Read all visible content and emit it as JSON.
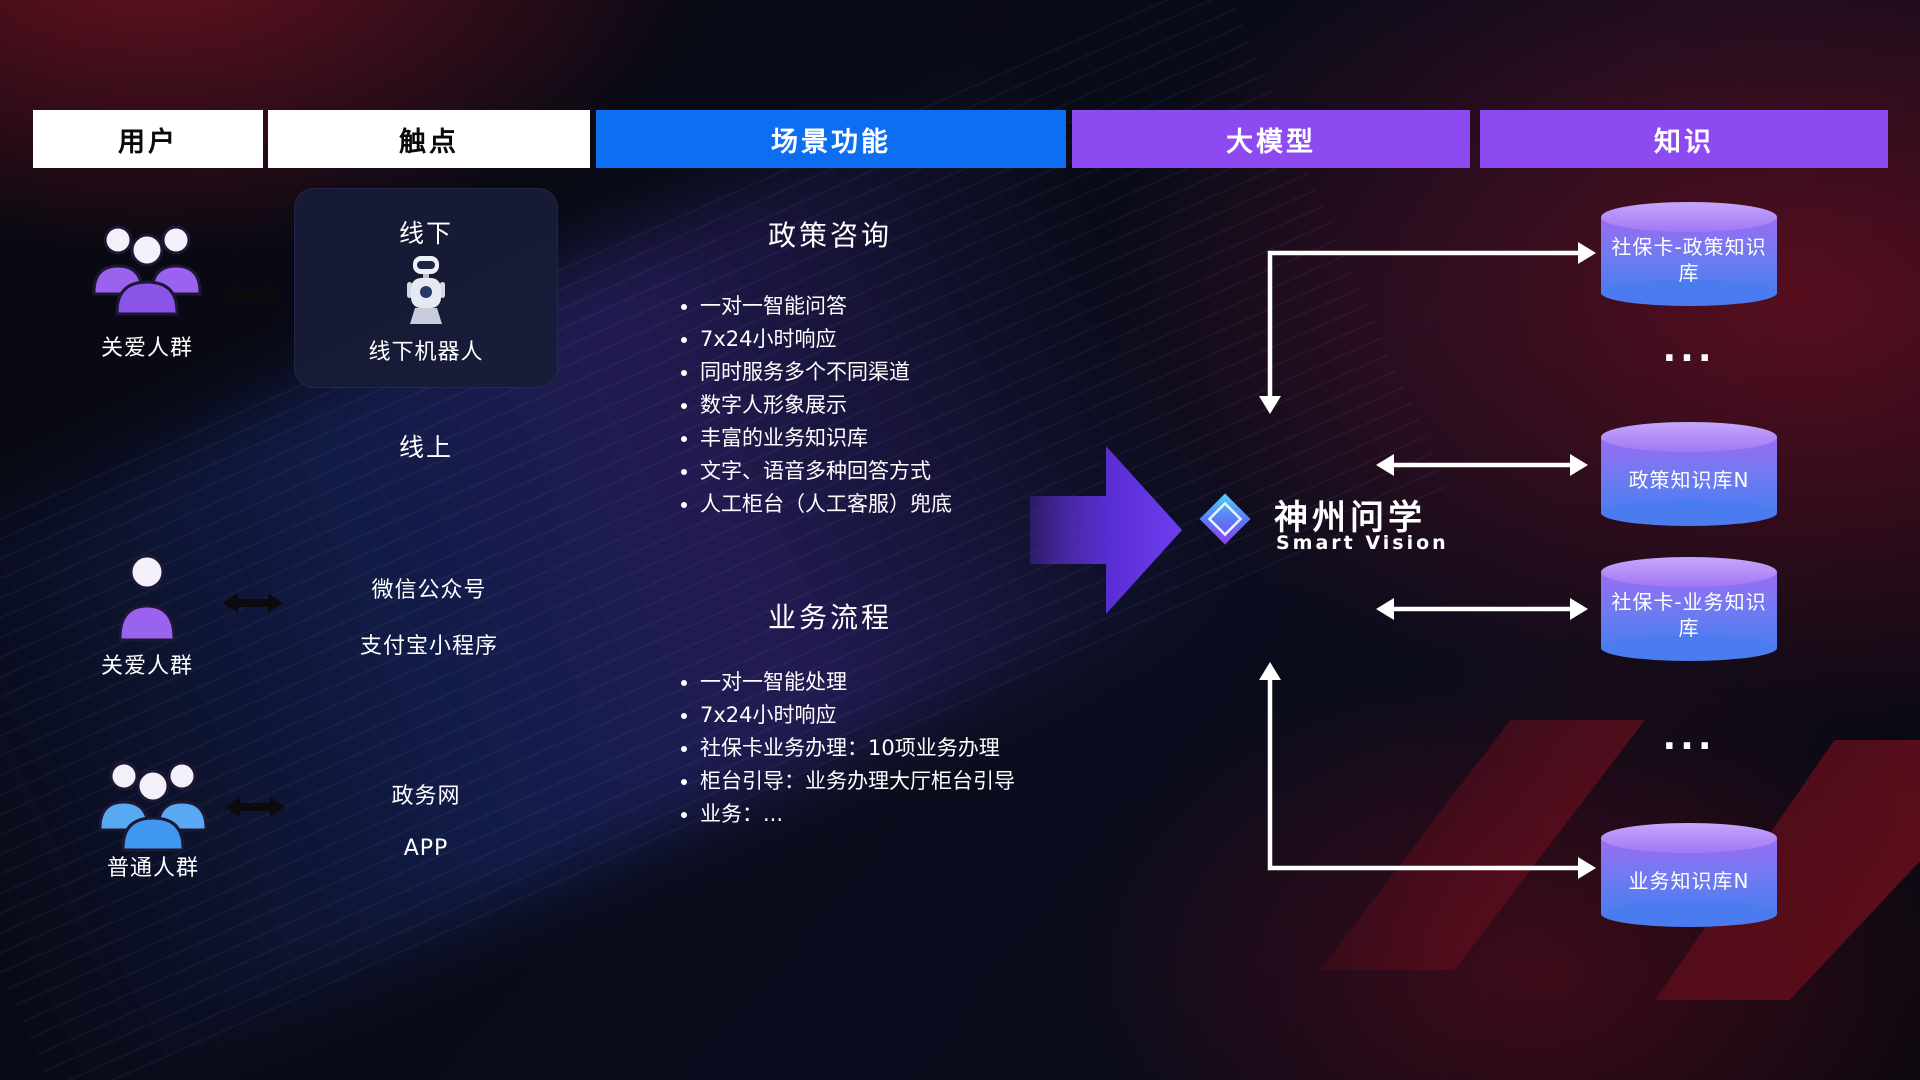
{
  "headers": [
    {
      "label": "用户"
    },
    {
      "label": "触点"
    },
    {
      "label": "场景功能"
    },
    {
      "label": "大模型"
    },
    {
      "label": "知识"
    }
  ],
  "users": [
    {
      "label": "关爱人群"
    },
    {
      "label": "关爱人群"
    },
    {
      "label": "普通人群"
    }
  ],
  "touchpoints": {
    "offline_title": "线下",
    "offline_robot": "线下机器人",
    "online_title": "线上",
    "wechat": "微信公众号",
    "alipay": "支付宝小程序",
    "gov": "政务网",
    "app": "APP"
  },
  "scenes": [
    {
      "title": "政策咨询",
      "bullets": [
        "一对一智能问答",
        "7x24小时响应",
        "同时服务多个不同渠道",
        "数字人形象展示",
        "丰富的业务知识库",
        "文字、语音多种回答方式",
        "人工柜台（人工客服）兜底"
      ]
    },
    {
      "title": "业务流程",
      "bullets": [
        "一对一智能处理",
        "7x24小时响应",
        "社保卡业务办理：10项业务办理",
        "柜台引导：业务办理大厅柜台引导",
        "业务：..."
      ]
    }
  ],
  "brand": {
    "name": "神州问学",
    "subtitle": "Smart Vision"
  },
  "knowledge": {
    "dbs": [
      "社保卡-政策知识库",
      "政策知识库N",
      "社保卡-业务知识库",
      "业务知识库N"
    ],
    "ellipsis_top": "...",
    "ellipsis_bottom": "..."
  },
  "colors": {
    "header_blue": "#0d6ef2",
    "header_purple": "#8d4af0",
    "flow_arrow_purple": "#5b2fd6",
    "db_top": "#b18ef8",
    "db_body_top": "#9a6cf3",
    "db_body_bottom": "#4a7cf0",
    "user_purple": "#9a63ef",
    "user_blue": "#58a8f4",
    "arrow_white": "#ffffff"
  }
}
